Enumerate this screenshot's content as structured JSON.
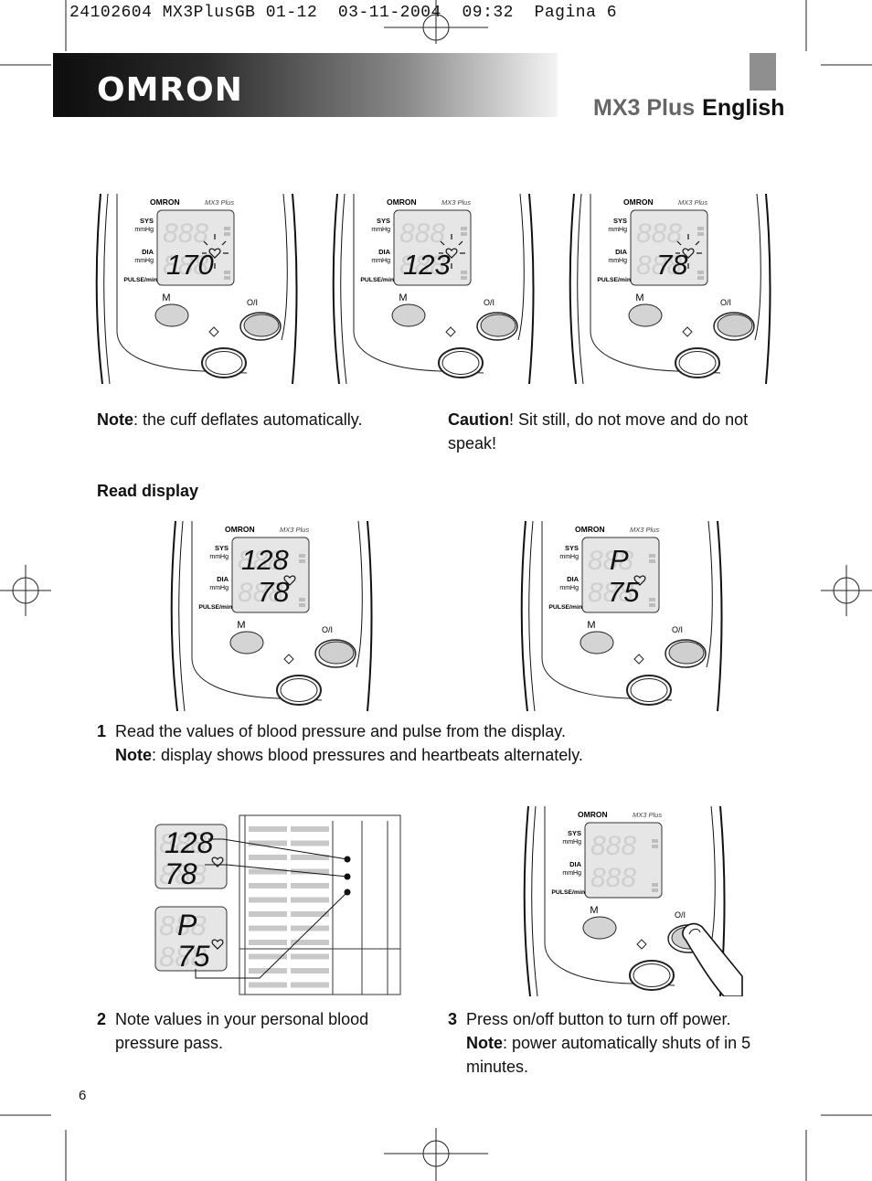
{
  "print_header": "24102604 MX3PlusGB 01-12  03-11-2004  09:32  Pagina 6",
  "brand": "OMRON",
  "title": {
    "model": "MX3 Plus",
    "language": "English"
  },
  "device": {
    "brand": "OMRON",
    "model": "MX3 Plus",
    "sys_label": "SYS",
    "dia_label": "DIA",
    "unit": "mmHg",
    "pulse_label": "PULSE/min",
    "memory_button": "M",
    "power_symbol": "O/I"
  },
  "deflation_readings": [
    "170",
    "123",
    "78"
  ],
  "note_deflate": {
    "label": "Note",
    "text": ": the cuff deflates automatically."
  },
  "caution": {
    "label": "Caution",
    "text": "! Sit still, do not move and do not speak!"
  },
  "read_display_heading": "Read display",
  "display_bp": {
    "sys": "128",
    "dia": "78"
  },
  "display_pulse": {
    "sys": "P",
    "dia": "75"
  },
  "step1": {
    "number": "1",
    "text": "Read the values of blood pressure and pulse from the display.",
    "note_label": "Note",
    "note_text": ": display shows blood pressures and heartbeats alternately."
  },
  "step2": {
    "number": "2",
    "text": "Note values in your personal blood pressure pass."
  },
  "step3": {
    "number": "3",
    "text": "Press on/off button to turn off power.",
    "note_label": "Note",
    "note_text": ": power automatically shuts of in 5 minutes."
  },
  "page_number": "6",
  "colors": {
    "header_dark": "#0d0d0d",
    "tab_gray": "#8f8f8f",
    "lcd_gray": "#e4e4e4",
    "button_gray": "#d6d6d6"
  }
}
